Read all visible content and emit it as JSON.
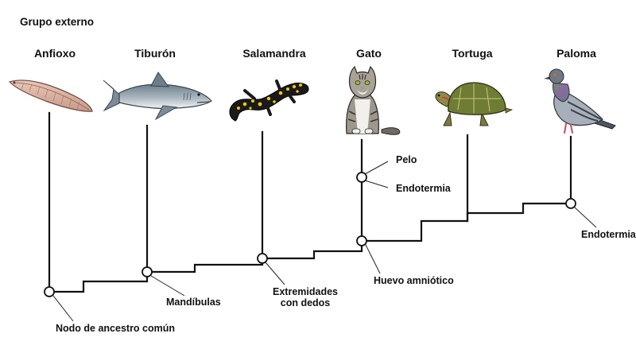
{
  "outgroup_label": "Grupo externo",
  "taxa": [
    {
      "name": "Anfioxo"
    },
    {
      "name": "Tiburón"
    },
    {
      "name": "Salamandra"
    },
    {
      "name": "Gato"
    },
    {
      "name": "Tortuga"
    },
    {
      "name": "Paloma"
    }
  ],
  "characters": {
    "common_ancestor": "Nodo de ancestro común",
    "jaws": "Mandíbulas",
    "limbs_line1": "Extremidades",
    "limbs_line2": "con dedos",
    "amniotic_egg": "Huevo amniótico",
    "hair": "Pelo",
    "endothermy_cat": "Endotermia",
    "endothermy_bird": "Endotermia"
  }
}
